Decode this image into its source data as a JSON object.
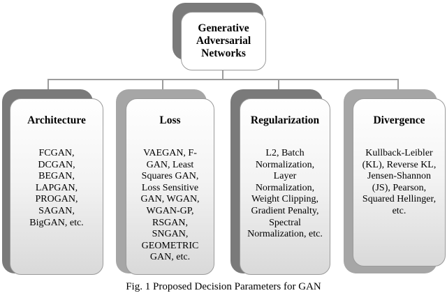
{
  "root": {
    "title": "Generative Adversarial Networks"
  },
  "categories": [
    {
      "title": "Architecture",
      "items": "FCGAN, DCGAN, BEGAN, LAPGAN, PROGAN, SAGAN, BigGAN, etc."
    },
    {
      "title": "Loss",
      "items": "VAEGAN, F-GAN, Least Squares GAN, Loss Sensitive GAN, WGAN, WGAN-GP, RSGAN, SNGAN, GEOMETRIC GAN, etc."
    },
    {
      "title": "Regularization",
      "items": "L2, Batch Normalization, Layer Normalization, Weight Clipping, Gradient Penalty, Spectral Normalization, etc."
    },
    {
      "title": "Divergence",
      "items": "Kullback-Leibler (KL), Reverse KL, Jensen-Shannon (JS), Pearson, Squared Hellinger, etc."
    }
  ],
  "caption": "Fig. 1 Proposed Decision Parameters for GAN",
  "colors": {
    "shadow_dark": "#7a7a7a",
    "shadow_light": "#a6a6a6",
    "border": "#9a9a9a",
    "connector": "#9c9c9c"
  }
}
